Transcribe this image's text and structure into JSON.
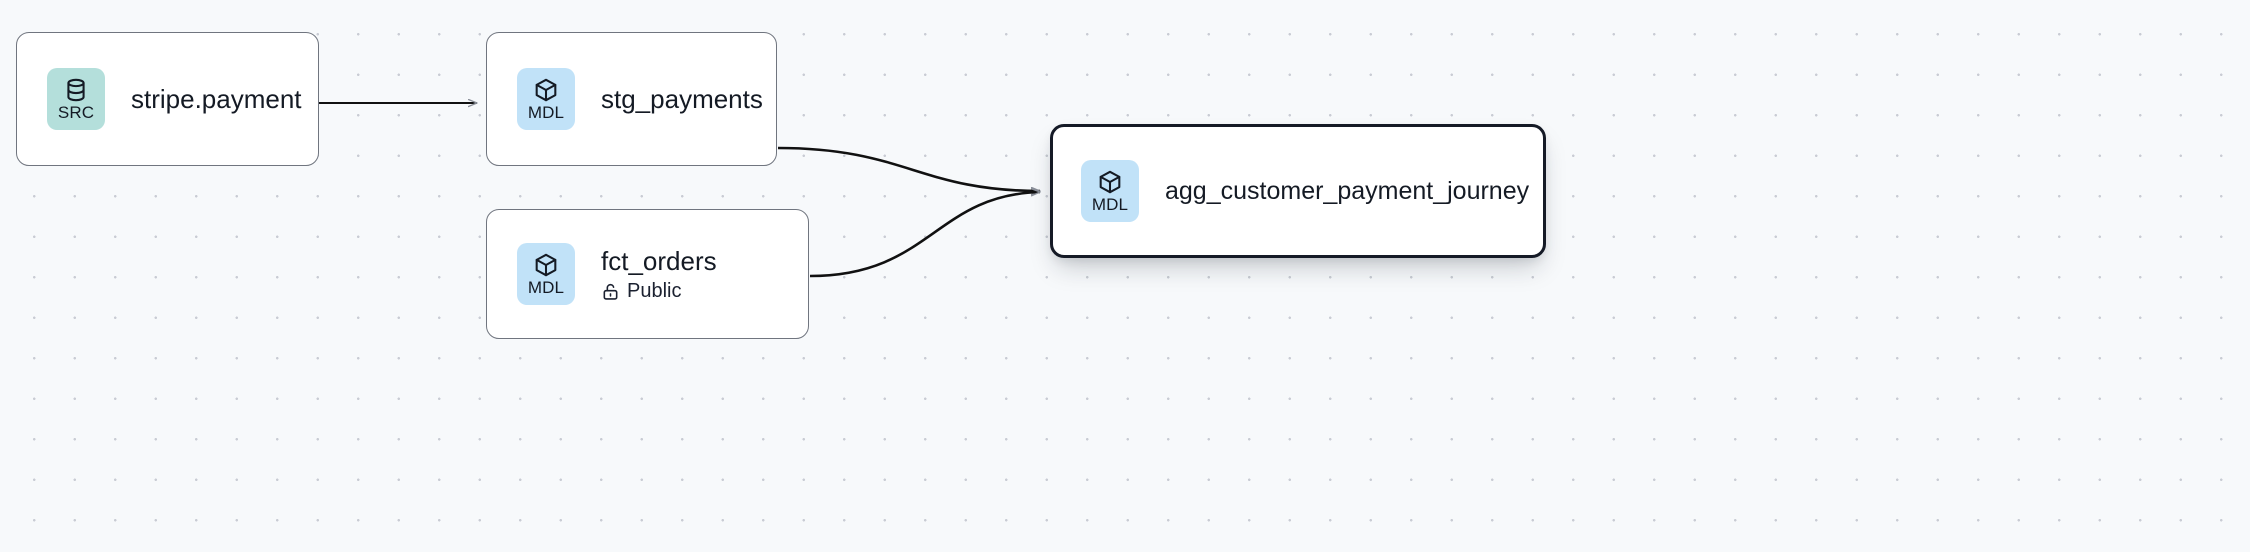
{
  "graph": {
    "title": "data-lineage-graph",
    "background": {
      "color": "#f7f9fb",
      "dot_color": "#c9ccd4",
      "dot_spacing": 40.5
    },
    "colors": {
      "node_border": "#70757f",
      "node_selected_border": "#151a26",
      "node_fill": "#ffffff",
      "badge_source": "#b4dfdb",
      "badge_model": "#c1e2f8",
      "edge": "#111111",
      "text": "#141a24"
    },
    "nodes": [
      {
        "id": "stripe-payment",
        "title": "stripe.payment",
        "badge_label": "SRC",
        "badge_icon": "database-icon",
        "badge_kind": "src",
        "subtitle": null,
        "subtitle_icon": null,
        "selected": false
      },
      {
        "id": "stg-payments",
        "title": "stg_payments",
        "badge_label": "MDL",
        "badge_icon": "cube-icon",
        "badge_kind": "mdl",
        "subtitle": null,
        "subtitle_icon": null,
        "selected": false
      },
      {
        "id": "fct-orders",
        "title": "fct_orders",
        "badge_label": "MDL",
        "badge_icon": "cube-icon",
        "badge_kind": "mdl",
        "subtitle": "Public",
        "subtitle_icon": "unlock-icon",
        "selected": false
      },
      {
        "id": "agg-customer-payment-journey",
        "title": "agg_customer_payment_journey",
        "badge_label": "MDL",
        "badge_icon": "cube-icon",
        "badge_kind": "mdl",
        "subtitle": null,
        "subtitle_icon": null,
        "selected": true
      }
    ],
    "edges": [
      {
        "id": "e1",
        "from": "stripe-payment",
        "to": "stg-payments",
        "style": "straight",
        "arrow": true
      },
      {
        "id": "e2",
        "from": "stg-payments",
        "to": "agg-customer-payment-journey",
        "style": "bezier",
        "arrow": true
      },
      {
        "id": "e3",
        "from": "fct-orders",
        "to": "agg-customer-payment-journey",
        "style": "bezier",
        "arrow": true
      }
    ]
  }
}
